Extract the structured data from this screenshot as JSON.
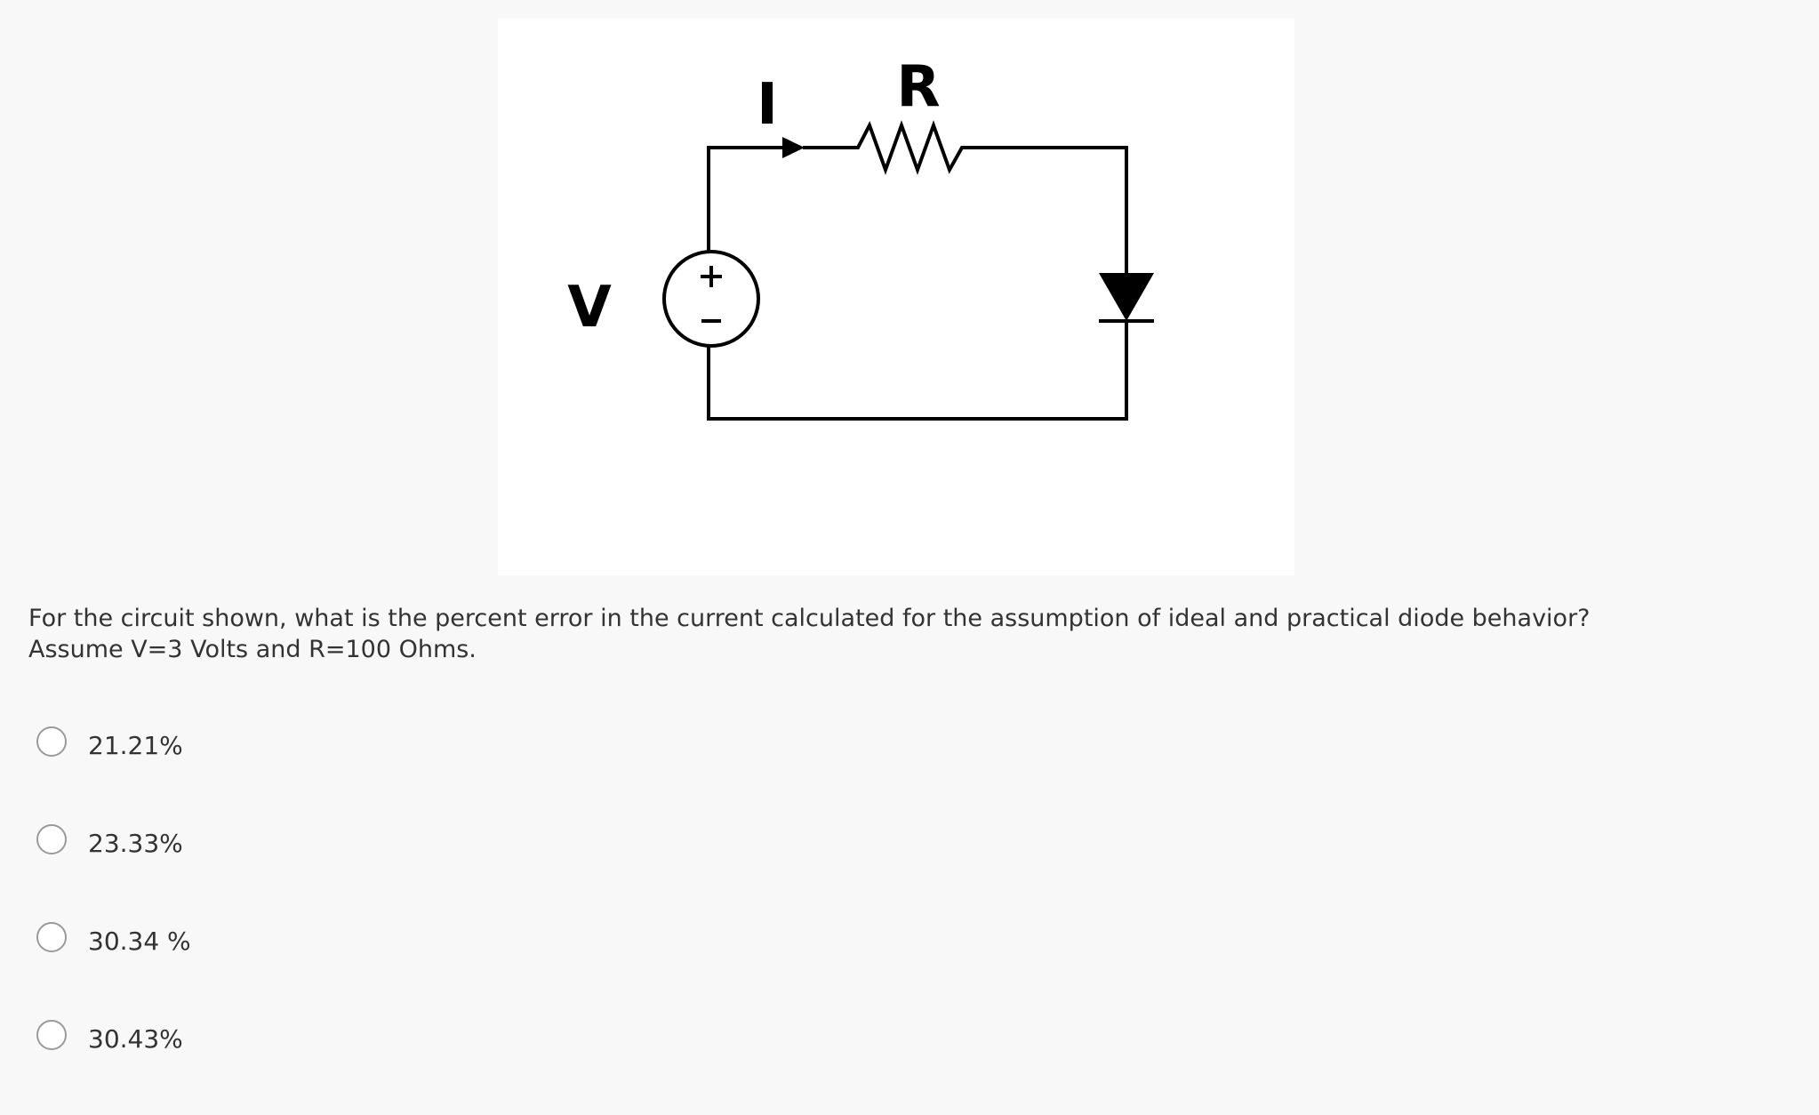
{
  "figure": {
    "labels": {
      "current": "I",
      "resistor": "R",
      "voltage": "V",
      "plus": "+",
      "minus": "−"
    },
    "components": [
      "voltage-source",
      "resistor",
      "diode",
      "current-arrow"
    ]
  },
  "question": {
    "line1": "For the circuit shown, what is the percent error in the current calculated for the assumption of ideal and practical diode behavior?",
    "line2": "Assume V=3 Volts and R=100 Ohms."
  },
  "choices": [
    {
      "label": "21.21%",
      "selected": false
    },
    {
      "label": "23.33%",
      "selected": false
    },
    {
      "label": "30.34 %",
      "selected": false
    },
    {
      "label": "30.43%",
      "selected": false
    }
  ]
}
